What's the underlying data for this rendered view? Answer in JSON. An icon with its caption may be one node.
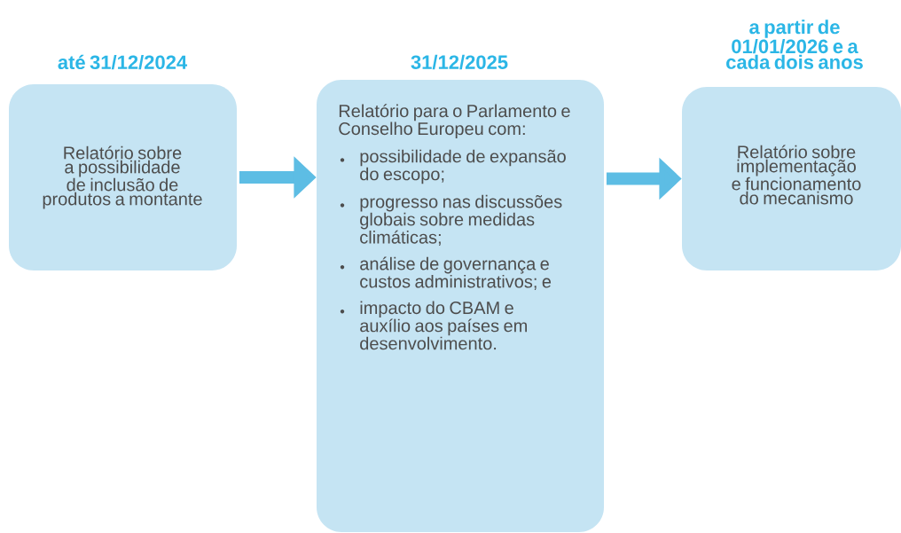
{
  "diagram": {
    "nodes": [
      {
        "text": [
          "até 31/12/2024",
          "Relatório sobre a possibilidade de inclusão de produtos a montante"
        ]
      },
      {
        "text": [
          "31/12/2025",
          "Relatório para o Parlamento e Conselho Europeu com:",
          "possibilidade de expansão do escopo;",
          "progresso nas discussões globais sobre medidas climáticas;",
          "análise de governança e custos administrativos; e",
          "impacto do CBAM e auxílio aos países em desenvolvimento."
        ]
      },
      {
        "text": [
          "a partir de 01/01/2026 e a cada dois anos",
          "Relatório sobre implementação e funcionamento do mecanismo"
        ]
      }
    ],
    "edges": [
      {
        "from": 0,
        "to": 1,
        "arrow": "to"
      },
      {
        "from": 1,
        "to": 2,
        "arrow": "to"
      }
    ]
  }
}
